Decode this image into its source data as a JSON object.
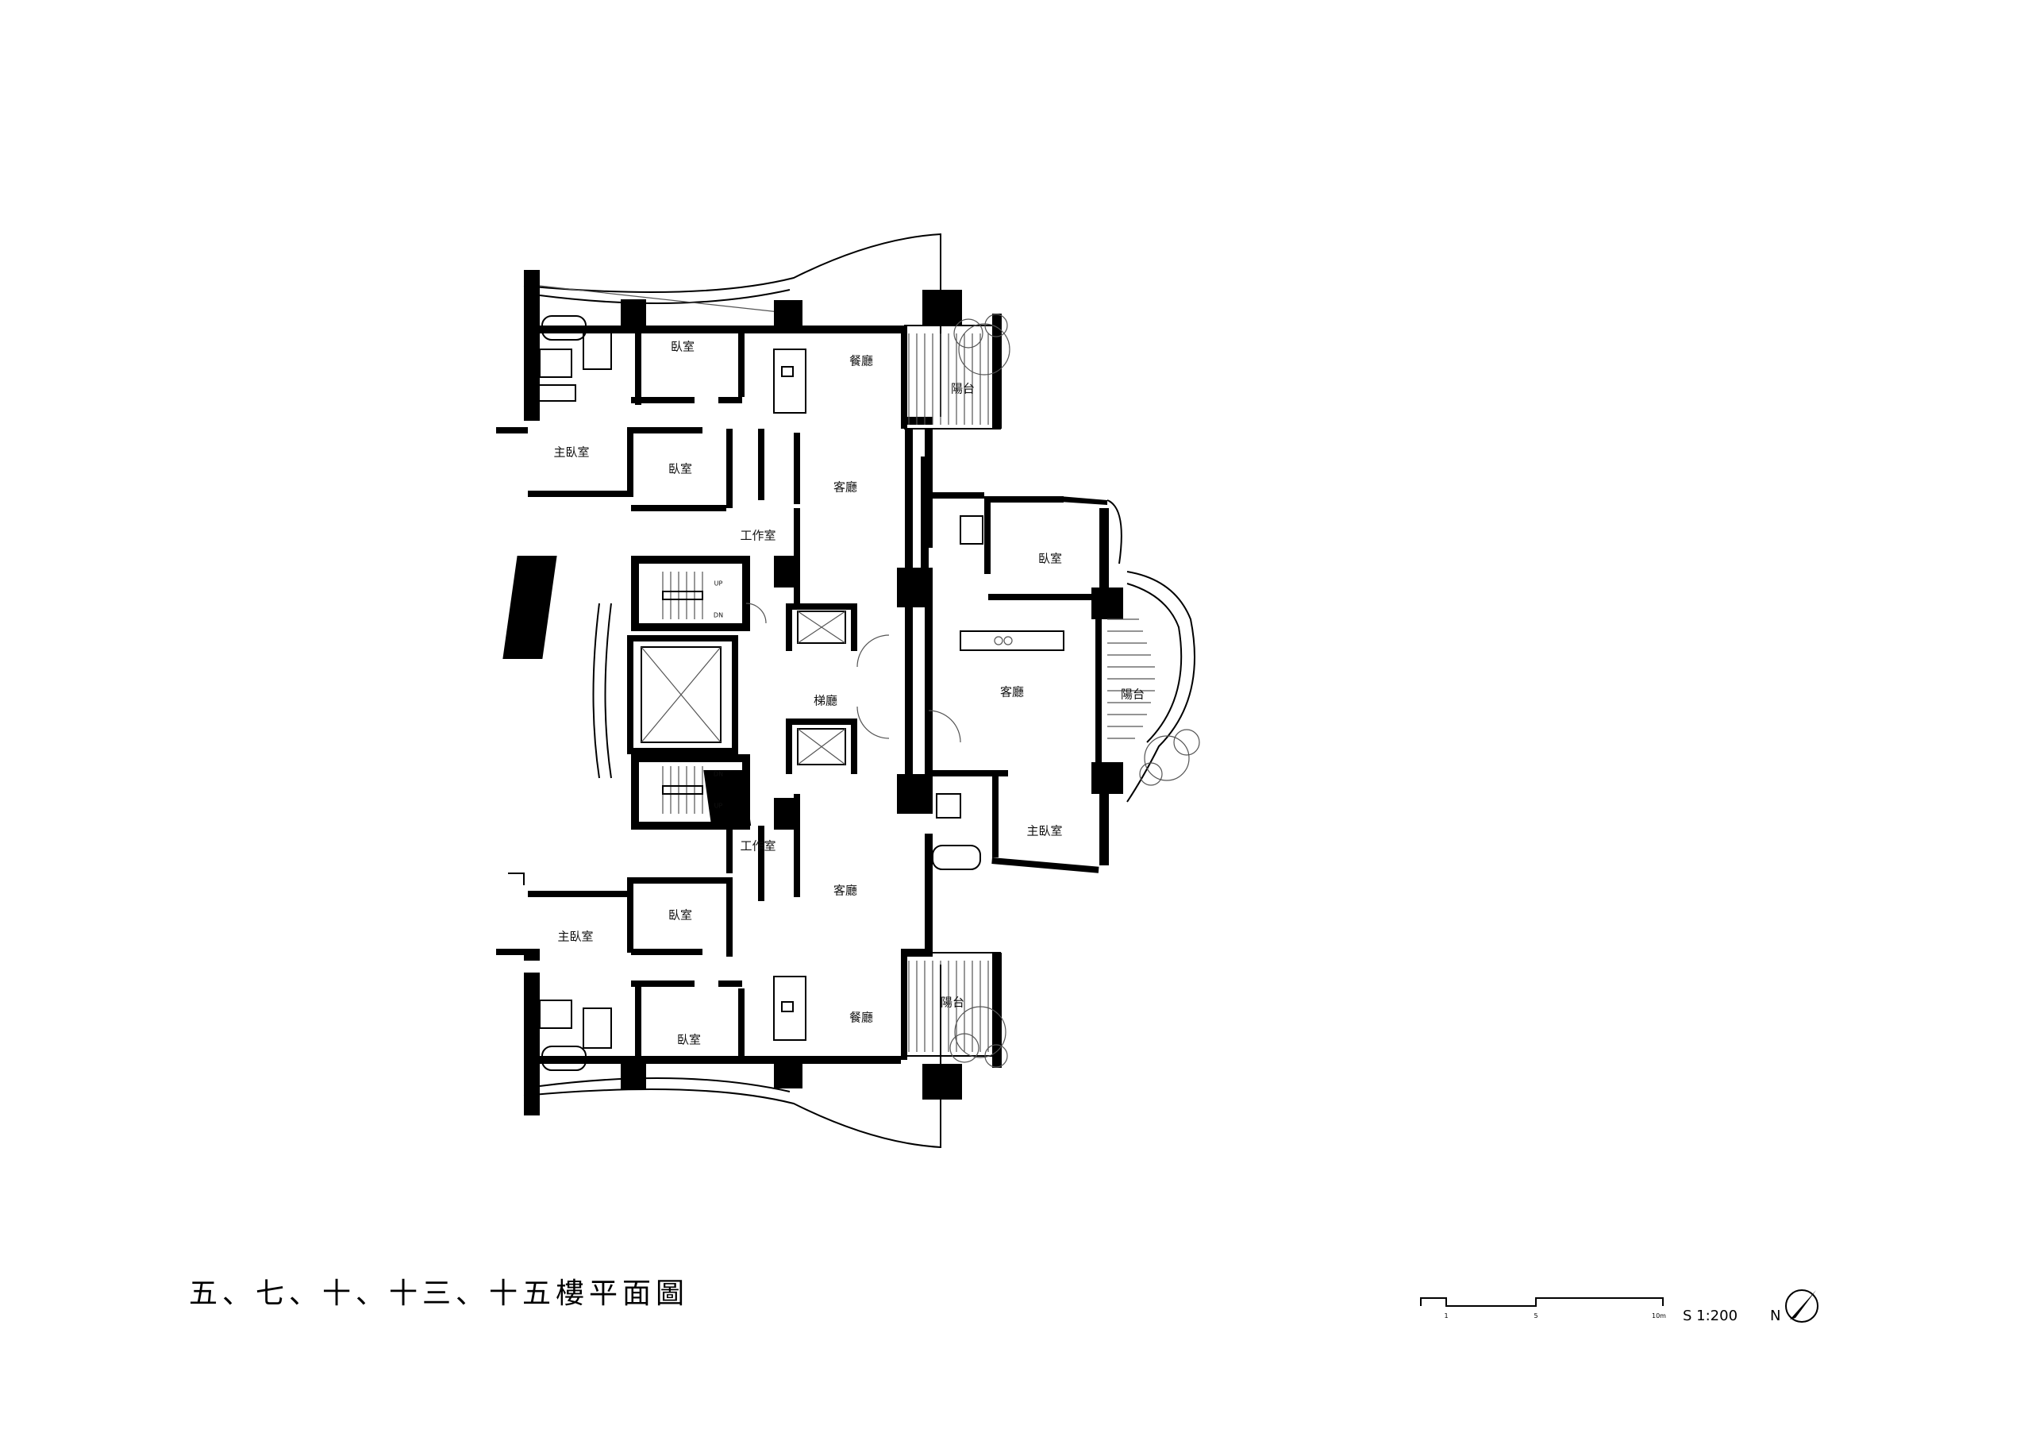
{
  "drawing": {
    "title": "五、七、十、十三、十五樓平面圖",
    "scale": "S 1:200",
    "north": "N",
    "scale_marks": [
      "1",
      "5",
      "10m"
    ]
  },
  "rooms": {
    "bedroom": "臥室",
    "master_bedroom": "主臥室",
    "dining": "餐廳",
    "living": "客廳",
    "balcony": "陽台",
    "study": "工作室",
    "lobby": "梯廳"
  },
  "stairs": {
    "up": "UP",
    "down": "DN"
  }
}
